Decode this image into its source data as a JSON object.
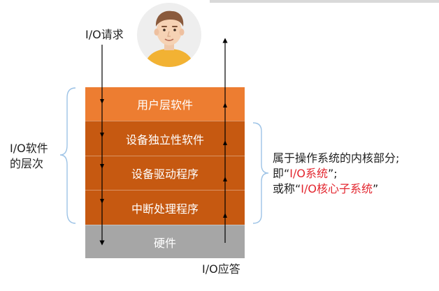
{
  "request_label": "I/O请求",
  "response_label": "I/O应答",
  "hierarchy_label": {
    "line1": "I/O软件",
    "line2": "的层次"
  },
  "layers": [
    {
      "label": "用户层软件",
      "color": "#ed7d31"
    },
    {
      "label": "设备独立性软件",
      "color": "#c65911"
    },
    {
      "label": "设备驱动程序",
      "color": "#c65911"
    },
    {
      "label": "中断处理程序",
      "color": "#c65911"
    },
    {
      "label": "硬件",
      "color": "#a6a6a6"
    }
  ],
  "kernel_note": {
    "line1": "属于操作系统的内核部分;",
    "line2_prefix": "即“",
    "line2_highlight": "I/O系统",
    "line2_suffix": "”;",
    "line3_prefix": "或称“",
    "line3_highlight": "I/O核心子系统",
    "line3_suffix": "”"
  },
  "colors": {
    "accent_red": "#e3262f",
    "brace": "#9dc3e6",
    "arrow": "#000000"
  },
  "icons": {
    "avatar": "user-avatar-icon"
  }
}
